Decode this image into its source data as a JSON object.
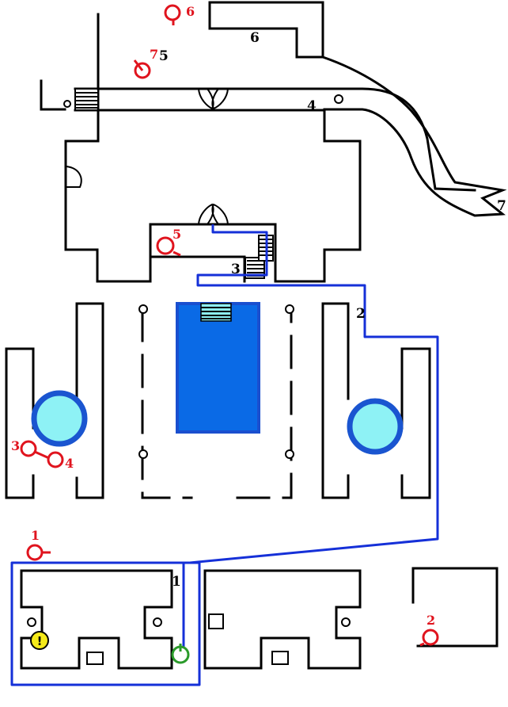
{
  "colors": {
    "walls": "#000000",
    "route": "#1530d8",
    "markers": "#e0141e",
    "pool_water": "#0a6ae6",
    "pool_border": "#1a4fcf",
    "fountain_water": "#8ef2f5",
    "fountain_ring": "#1a55d0",
    "hint_marker": "#f5ea1a",
    "goal_marker": "#2a9a2a"
  },
  "room_numbers": [
    "6",
    "5",
    "4",
    "3",
    "2",
    "1",
    "7"
  ],
  "red_markers": [
    "6",
    "7",
    "5",
    "3",
    "4",
    "1",
    "2"
  ],
  "hint_marker": {
    "label": "!",
    "icon": "exclamation-icon"
  },
  "goal_marker": {
    "icon": "green-circle-icon"
  },
  "legend": "none"
}
